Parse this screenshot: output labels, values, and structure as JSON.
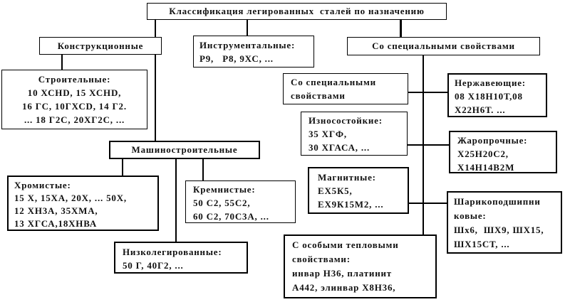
{
  "colors": {
    "border": "#000000",
    "text": "#111111",
    "background": "#ffffff"
  },
  "diagram_type": "classification-tree",
  "boxes": {
    "title": {
      "lines": [
        "Классификация легированных  сталей по назначению"
      ]
    },
    "constructional": {
      "lines": [
        "Конструкционные"
      ]
    },
    "instrumental": {
      "lines": [
        "Инструментальные:",
        "Р9,   Р8, 9ХС, ..."
      ]
    },
    "special": {
      "lines": [
        "Со специальными свойствами"
      ]
    },
    "building": {
      "lines": [
        "Строительные:",
        "10 ХСНD, 15 ХСНD,",
        "16 ГС, 10ГХСD, 14 Г2.",
        "... 18 Г2С, 20ХГ2С, ..."
      ]
    },
    "machine": {
      "lines": [
        "Машиностроительные"
      ]
    },
    "chromium": {
      "lines": [
        "Хромистые:",
        "15 Х, 15ХА, 20Х, ... 50Х,",
        "12 ХН3А, 35ХМА,",
        "13 ХГСА,18ХНВА"
      ]
    },
    "silicon": {
      "lines": [
        "Кремнистые:",
        "50 С2, 55С2,",
        "60 С2, 70С3А, ..."
      ]
    },
    "low_alloy": {
      "lines": [
        "Низколегированные:",
        "50 Г, 40Г2, ..."
      ]
    },
    "special_props": {
      "lines": [
        "Со специальными",
        "свойствами"
      ]
    },
    "wear_resistant": {
      "lines": [
        "Износостойкие:",
        "35 ХГФ,",
        "30 ХГАСА, ..."
      ]
    },
    "magnetic": {
      "lines": [
        "Магнитные:",
        "ЕХ5К5,",
        "ЕХ9К15М2, ..."
      ]
    },
    "thermal": {
      "lines": [
        "С особыми тепловыми",
        "свойствами:",
        "инвар Н36, платинит",
        "А442, элинвар Х8Н36,"
      ]
    },
    "stainless": {
      "lines": [
        "Нержавеющие:",
        "08 Х18Н10Т,08",
        "Х22Н6Т. ..."
      ]
    },
    "heat_resistant": {
      "lines": [
        "Жаропрочные:",
        "Х25Н20С2,",
        "Х14Н14В2М"
      ]
    },
    "bearing": {
      "lines": [
        "Шарикоподшипни",
        "ковые:",
        "Шх6,  ШХ9, ШХ15,",
        "ШХ15СТ, ..."
      ]
    }
  }
}
